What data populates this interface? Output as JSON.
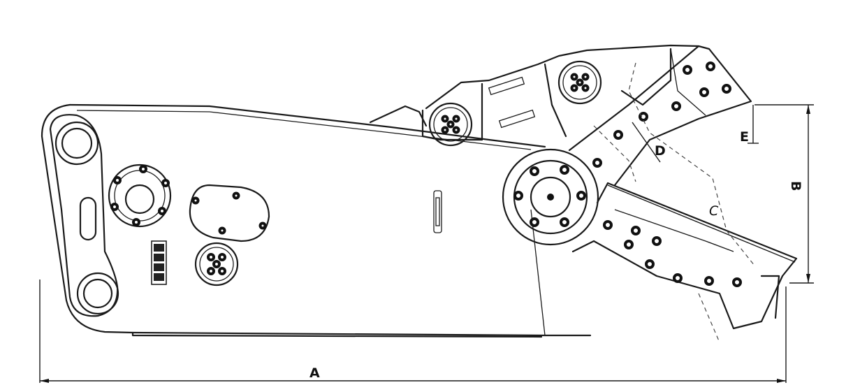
{
  "dimensions": {
    "A": "A",
    "B": "B",
    "C": "C",
    "D": "D",
    "E": "E"
  },
  "nameplate": "■■■■"
}
